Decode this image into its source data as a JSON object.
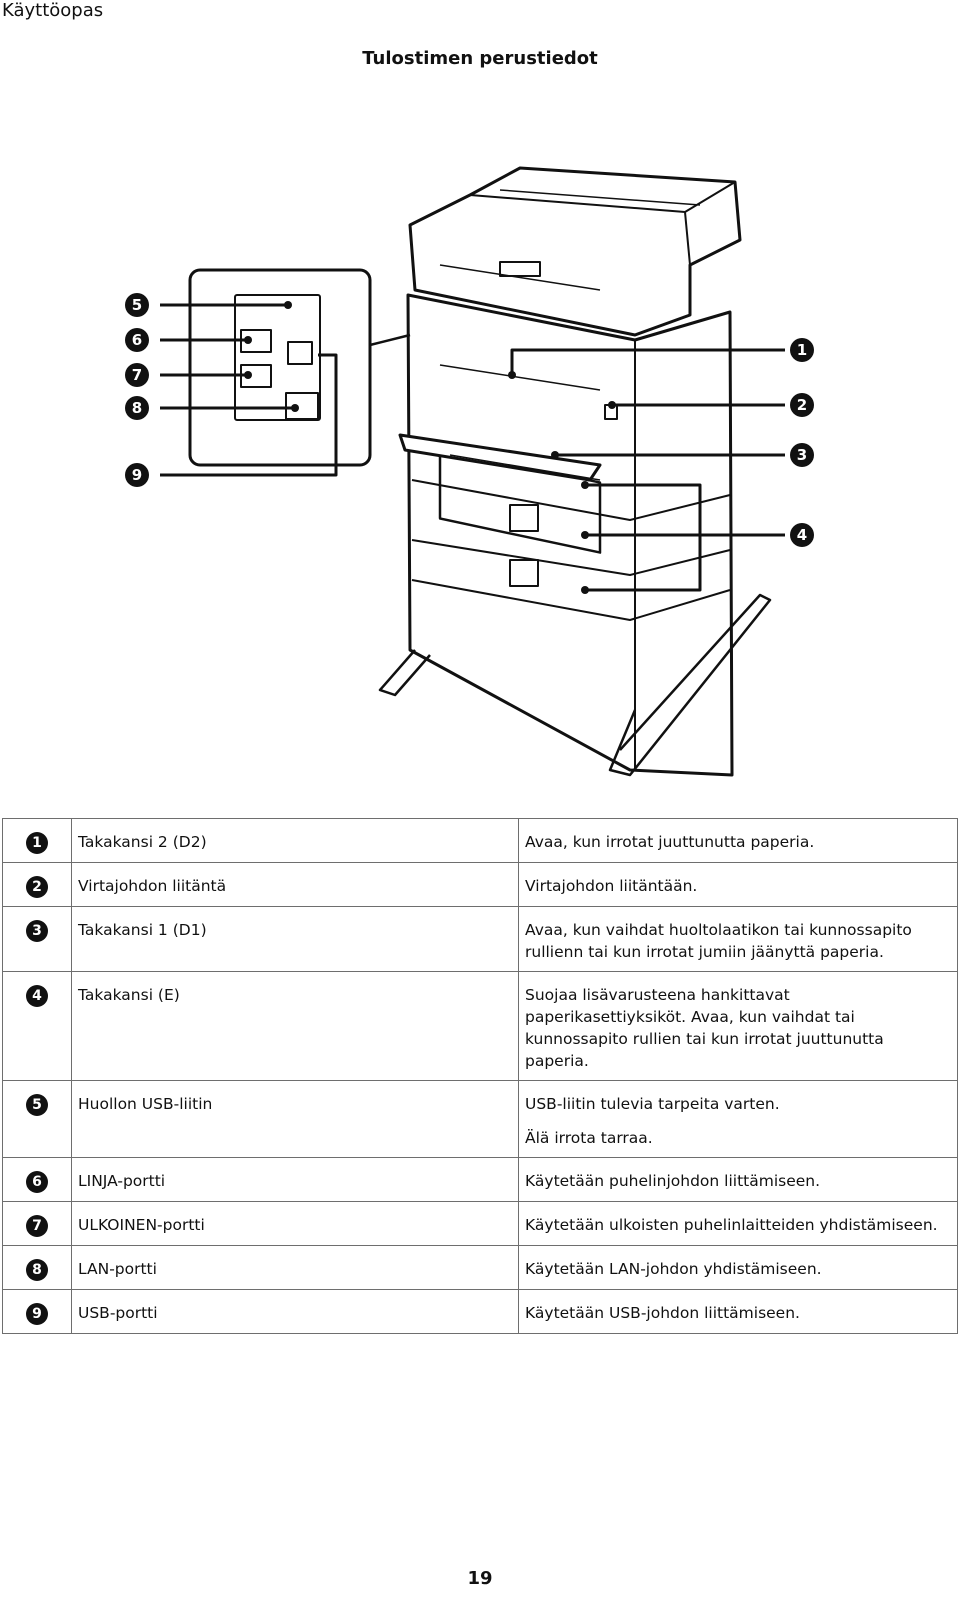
{
  "header": {
    "title": "Käyttöopas"
  },
  "section": {
    "title": "Tulostimen perustiedot"
  },
  "figure": {
    "callouts": [
      "1",
      "2",
      "3",
      "4",
      "5",
      "6",
      "7",
      "8",
      "9"
    ]
  },
  "parts": [
    {
      "num": "1",
      "name": "Takakansi 2 (D2)",
      "desc": [
        "Avaa, kun irrotat juuttunutta paperia."
      ]
    },
    {
      "num": "2",
      "name": "Virtajohdon liitäntä",
      "desc": [
        "Virtajohdon liitäntään."
      ]
    },
    {
      "num": "3",
      "name": "Takakansi 1 (D1)",
      "desc": [
        "Avaa, kun vaihdat huoltolaatikon tai kunnossapito rullienn tai kun irrotat jumiin jäänyttä paperia."
      ]
    },
    {
      "num": "4",
      "name": "Takakansi (E)",
      "desc": [
        "Suojaa lisävarusteena hankittavat paperikasettiyksiköt. Avaa, kun vaihdat tai kunnossapito rullien tai kun irrotat juuttunutta paperia."
      ]
    },
    {
      "num": "5",
      "name": "Huollon USB-liitin",
      "desc": [
        "USB-liitin tulevia tarpeita varten.",
        "Älä irrota tarraa."
      ]
    },
    {
      "num": "6",
      "name": "LINJA-portti",
      "desc": [
        "Käytetään puhelinjohdon liittämiseen."
      ]
    },
    {
      "num": "7",
      "name": "ULKOINEN-portti",
      "desc": [
        "Käytetään ulkoisten puhelinlaitteiden yhdistämiseen."
      ]
    },
    {
      "num": "8",
      "name": "LAN-portti",
      "desc": [
        "Käytetään LAN-johdon yhdistämiseen."
      ]
    },
    {
      "num": "9",
      "name": "USB-portti",
      "desc": [
        "Käytetään USB-johdon liittämiseen."
      ]
    }
  ],
  "footer": {
    "page_number": "19"
  }
}
